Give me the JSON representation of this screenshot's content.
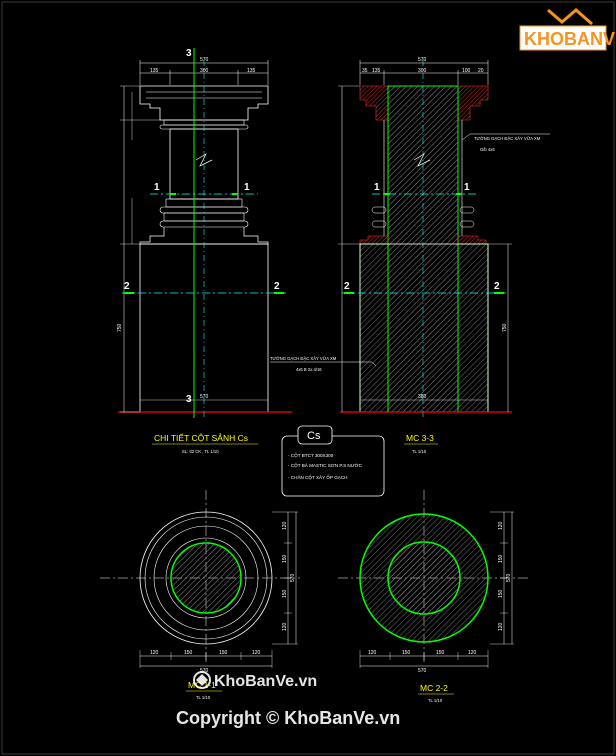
{
  "logo": {
    "text": "KHOBANVE"
  },
  "elevation": {
    "title": "CHI TIẾT CỘT SẢNH Cs",
    "subtitle": "SL: 02 CK , TL 1/10",
    "top_dims": [
      "570",
      "135",
      "300",
      "135"
    ],
    "bottom_dim": "570",
    "height_dim": "750",
    "section_labels": [
      "3",
      "3",
      "1",
      "1",
      "2",
      "2"
    ]
  },
  "section33": {
    "title": "MC 3-3",
    "scale": "TL 1/10",
    "top_dims": [
      "570",
      "35",
      "135",
      "300",
      "100",
      "20"
    ],
    "bottom_dim": "380",
    "height_dim": "750",
    "label_top": "TƯỜNG GẠCH ĐẶC XÂY VỮA XM",
    "label_top_sub": "G/b 4x6",
    "label_mid": "TƯỜNG GẠCH ĐẶC XÂY VỮA XM",
    "label_mid_sub": "4x6 B 2x 4/16"
  },
  "legend": {
    "tag": "Cs",
    "items": [
      "- CỘT BTCT 300X300",
      "- CỘT BÁ MASTIC SƠN P.S NƯỚC",
      "- CHÂN CỘT XÂY ỐP GẠCH"
    ]
  },
  "section11": {
    "title": "MC 1-1",
    "scale": "TL 1/10",
    "dims_bottom": [
      "120",
      "150",
      "150",
      "120"
    ],
    "total": "570",
    "dims_right": [
      "120",
      "150",
      "150",
      "120"
    ],
    "total_right": "570"
  },
  "section22": {
    "title": "MC 2-2",
    "scale": "TL 1/10",
    "dims_bottom": [
      "120",
      "150",
      "150",
      "120"
    ],
    "total": "570",
    "dims_right": [
      "120",
      "150",
      "150",
      "120"
    ],
    "total_right": "570"
  },
  "watermark": {
    "site": "KhoBanVe.vn",
    "copyright": "Copyright © KhoBanVe.vn"
  },
  "colors": {
    "bg": "#000000",
    "line": "#ffffff",
    "green": "#00ff00",
    "cyan": "#00ffff",
    "red": "#ff0000",
    "yellow": "#ffff00",
    "hatch": "#8a8a8a",
    "logo": "#f7941d"
  }
}
